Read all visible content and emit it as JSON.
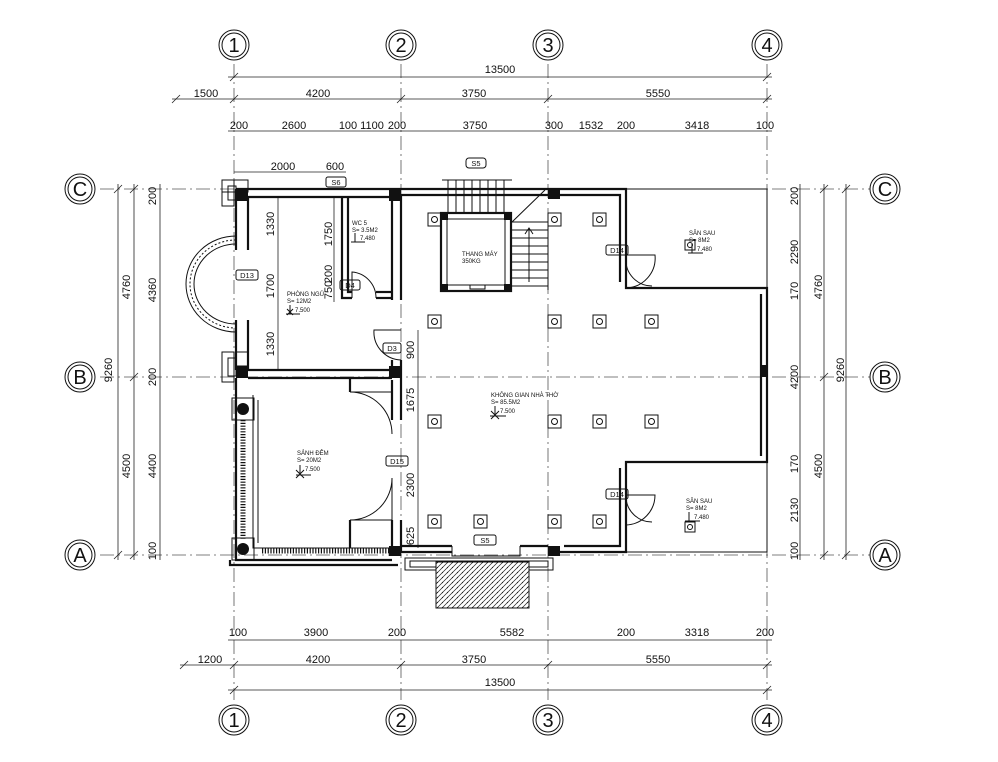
{
  "grid": {
    "columns": [
      "1",
      "2",
      "3",
      "4"
    ],
    "rows": [
      "C",
      "B",
      "A"
    ]
  },
  "dims": {
    "top_total": "13500",
    "top_row1": [
      "1500",
      "4200",
      "3750",
      "5550"
    ],
    "top_row2": [
      "200",
      "2600",
      "100",
      "1100",
      "200",
      "3750",
      "300",
      "1532",
      "200",
      "3418",
      "100"
    ],
    "top_row3": [
      "2000",
      "600"
    ],
    "bottom_row1": [
      "100",
      "3900",
      "200",
      "5582",
      "200",
      "3318",
      "200"
    ],
    "bottom_row2": [
      "1200",
      "4200",
      "3750",
      "5550"
    ],
    "bottom_total": "13500",
    "left_outer": "9260",
    "left_mid": [
      "4760",
      "4500"
    ],
    "left_inner": [
      "200",
      "4360",
      "200",
      "4400",
      "100"
    ],
    "left_bedroom": [
      "1330",
      "1700",
      "1330"
    ],
    "wc": [
      "1750",
      "200",
      "750"
    ],
    "hall": [
      "900",
      "1675",
      "2300",
      "625"
    ],
    "right_outer": "9260",
    "right_mid": [
      "4760",
      "4500"
    ],
    "right_inner": [
      "200",
      "2290",
      "170",
      "4200",
      "170",
      "2130",
      "100"
    ]
  },
  "rooms": [
    {
      "name": "PHÒNG NGỦ",
      "area": "S= 12M2",
      "level": "7.500"
    },
    {
      "name": "WC 5",
      "area": "S= 3.5M2",
      "level": "7.480"
    },
    {
      "name": "THANG MÁY",
      "area": "350KG",
      "level": ""
    },
    {
      "name": "KHÔNG GIAN NHÀ THỜ",
      "area": "S= 85.5M2",
      "level": "7.500"
    },
    {
      "name": "SẢNH ĐÊM",
      "area": "S= 20M2",
      "level": "7.500"
    },
    {
      "name": "SÂN SAU",
      "area": "S= 8M2",
      "level": "7.480"
    },
    {
      "name": "SÂN SAU",
      "area": "S= 8M2",
      "level": "7.480"
    }
  ],
  "tags": {
    "s5_top": "S5",
    "s6": "S6",
    "s5_bottom": "S5",
    "d13": "D13",
    "d4": "D4",
    "d3": "D3",
    "d14_top": "D14",
    "d14_bottom": "D14",
    "d15": "D15"
  }
}
